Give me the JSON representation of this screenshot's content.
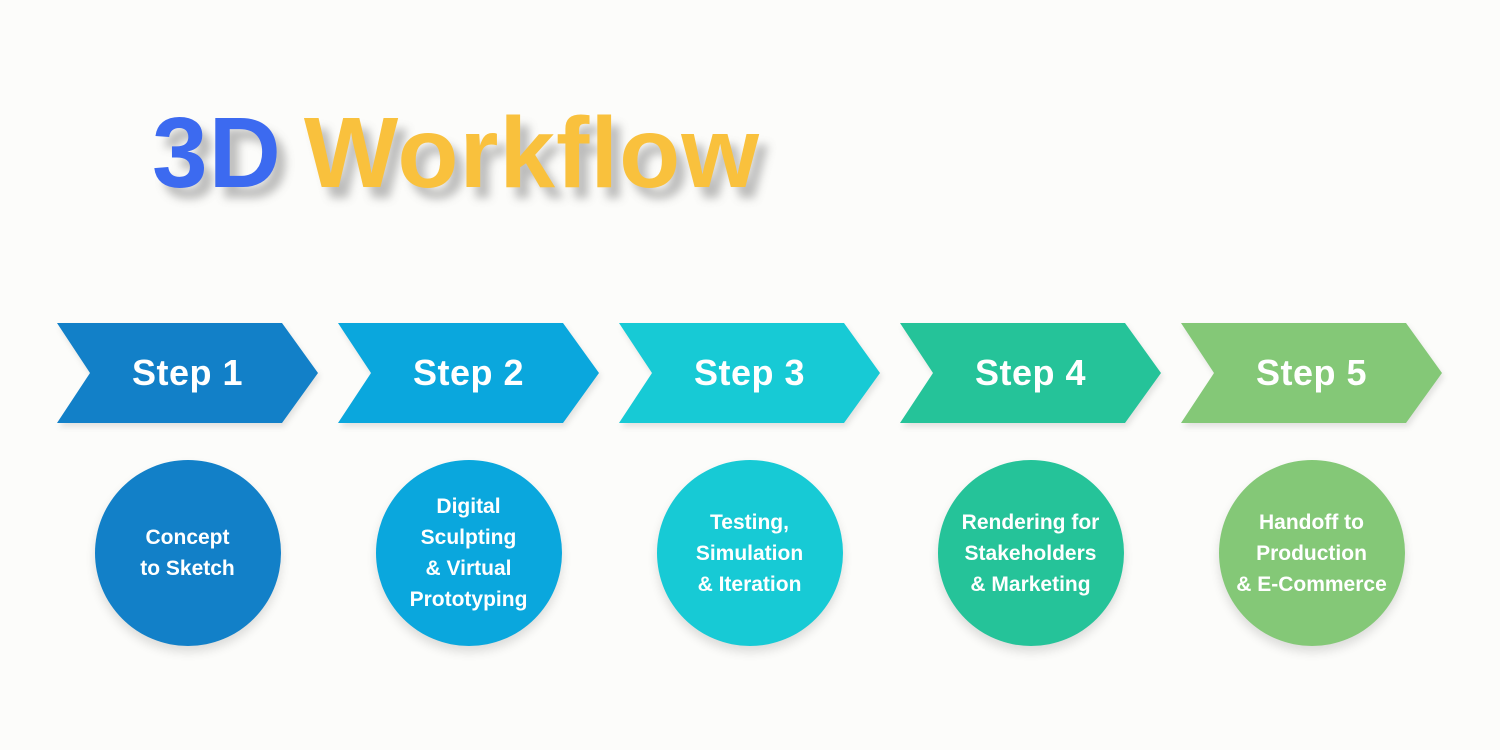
{
  "title": {
    "part1": "3D",
    "part2": "Workflow"
  },
  "colors": {
    "background": "#fcfcfa",
    "title_blue": "#3c6af0",
    "title_gold": "#f9c13d",
    "shape_text": "#ffffff"
  },
  "steps": [
    {
      "label": "Step 1",
      "description": "Concept\nto Sketch",
      "color": "#1280c8"
    },
    {
      "label": "Step 2",
      "description": "Digital\nSculpting\n& Virtual\nPrototyping",
      "color": "#0aa7dd"
    },
    {
      "label": "Step 3",
      "description": "Testing,\nSimulation\n& Iteration",
      "color": "#17cad5"
    },
    {
      "label": "Step 4",
      "description": "Rendering for\nStakeholders\n& Marketing",
      "color": "#25c399"
    },
    {
      "label": "Step 5",
      "description": "Handoff to\nProduction\n& E-Commerce",
      "color": "#84c877"
    }
  ]
}
